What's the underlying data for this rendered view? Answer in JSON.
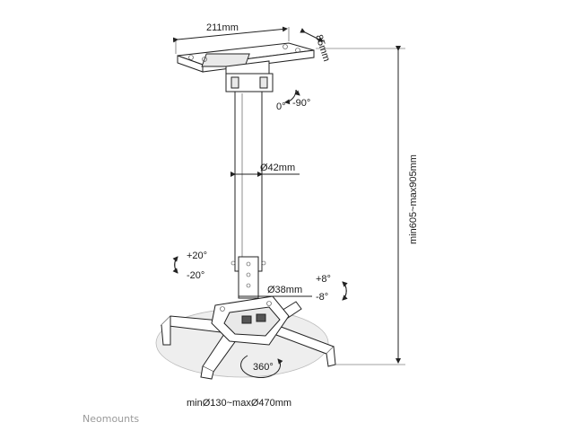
{
  "diagram": {
    "labels": {
      "plate_width": "211mm",
      "plate_depth": "85mm",
      "tilt_top_a": "0°",
      "tilt_top_b": "-90°",
      "tube_diameter": "Ø42mm",
      "inner_tube_diameter": "Ø38mm",
      "tilt_left_a": "+20°",
      "tilt_left_b": "-20°",
      "tilt_right_a": "+8°",
      "tilt_right_b": "-8°",
      "rotation": "360°",
      "height_range": "min605~max905mm",
      "arm_range": "minØ130~maxØ470mm"
    },
    "brand": "Neomounts",
    "colors": {
      "line": "#222222",
      "brand": "#9a9a9a"
    }
  }
}
